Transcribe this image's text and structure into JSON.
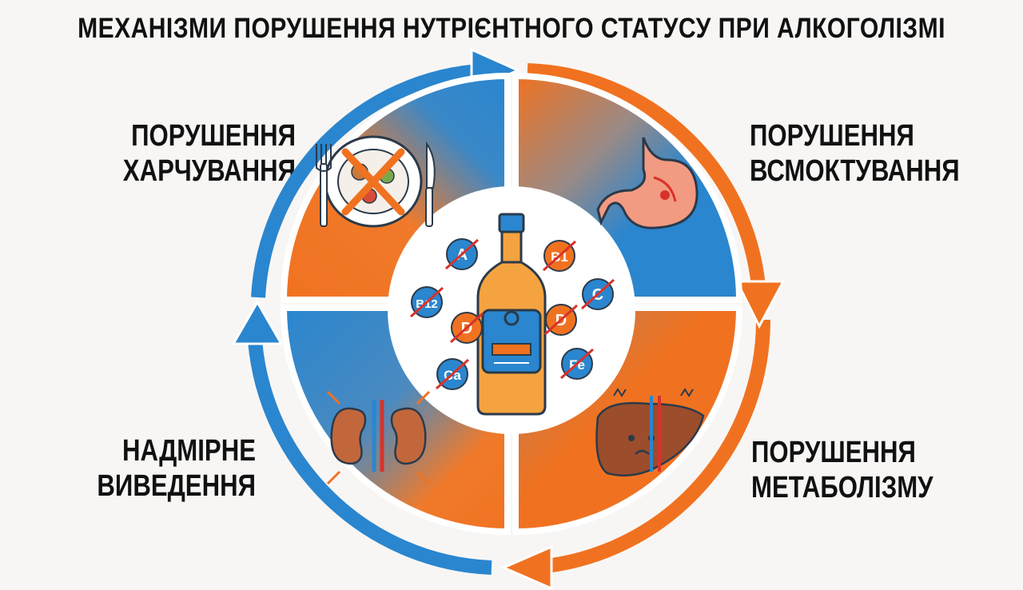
{
  "title": "МЕХАНІЗМИ ПОРУШЕННЯ НУТРІЄНТНОГО СТАТУСУ ПРИ АЛКОГОЛІЗМІ",
  "quadrants": {
    "top_left": {
      "line1": "ПОРУШЕННЯ",
      "line2": "ХАРЧУВАННЯ",
      "icon": "crossed-plate-icon"
    },
    "top_right": {
      "line1": "ПОРУШЕННЯ",
      "line2": "ВСМОКТУВАННЯ",
      "icon": "stomach-icon"
    },
    "bottom_left": {
      "line1": "НАДМІРНЕ",
      "line2": "ВИВЕДЕННЯ",
      "icon": "kidneys-icon"
    },
    "bottom_right": {
      "line1": "ПОРУШЕННЯ",
      "line2": "МЕТАБОЛІЗМУ",
      "icon": "liver-icon"
    }
  },
  "nutrients": [
    "A",
    "B1",
    "B12",
    "C",
    "D",
    "D",
    "Ca",
    "Fe"
  ],
  "center_icon": "bottle-icon",
  "colors": {
    "blue": "#2a86cf",
    "orange": "#f07220",
    "cross": "#d8322a"
  }
}
